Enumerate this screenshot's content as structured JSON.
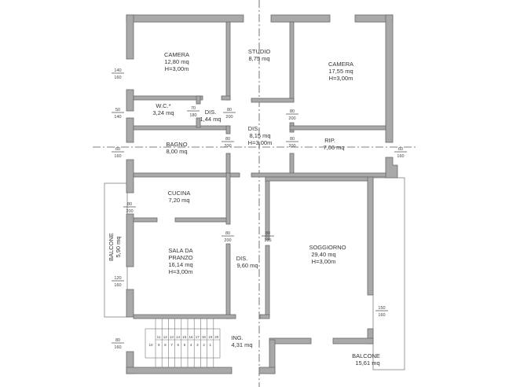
{
  "rooms": {
    "camera1": {
      "name": "CAMERA",
      "area": "12,80 mq",
      "height": "H=3,00m"
    },
    "studio": {
      "name": "STUDIO",
      "area": "8,75 mq"
    },
    "camera2": {
      "name": "CAMERA",
      "area": "17,55 mq",
      "height": "H=3,00m"
    },
    "wc": {
      "name": "W.C.*",
      "area": "3,24 mq"
    },
    "dis1": {
      "name": "DIS.",
      "area": "1,44 mq"
    },
    "dis2": {
      "name": "DIS.",
      "area": "8,15 mq",
      "height": "H=3,00m"
    },
    "bagno": {
      "name": "BAGNO",
      "area": "8,00 mq"
    },
    "rip": {
      "name": "RIP.",
      "area": "7,06 mq"
    },
    "cucina": {
      "name": "CUCINA",
      "area": "7,20 mq"
    },
    "sala": {
      "name": "SALA DA",
      "name2": "PRANZO",
      "area": "16,14 mq",
      "height": "H=3,00m"
    },
    "dis3": {
      "name": "DIS.",
      "area": "9,60 mq"
    },
    "soggiorno": {
      "name": "SOGGIORNO",
      "area": "29,40 mq",
      "height": "H=3,00m"
    },
    "ing": {
      "name": "ING.",
      "area": "4,31 mq"
    },
    "balcone1": {
      "name": "BALCONE",
      "area": "5,90 mq"
    },
    "balcone2": {
      "name": "BALCONE",
      "area": "15,61 mq"
    }
  },
  "openings": {
    "w_camera1": {
      "top": "140",
      "bottom": "160"
    },
    "w_wc": {
      "top": "50",
      "bottom": "140"
    },
    "w_bagno": {
      "top": "60",
      "bottom": "160"
    },
    "w_rip": {
      "top": "60",
      "bottom": "160"
    },
    "w_sala": {
      "top": "120",
      "bottom": "160"
    },
    "w_ing": {
      "top": "80",
      "bottom": "160"
    },
    "w_soggiorno": {
      "top": "150",
      "bottom": "160"
    },
    "d_wc": {
      "top": "70",
      "bottom": "180"
    },
    "d_dis1": {
      "top": "80",
      "bottom": "200"
    },
    "d_camera2": {
      "top": "80",
      "bottom": "200"
    },
    "d_bagno": {
      "top": "80",
      "bottom": "200"
    },
    "d_rip": {
      "top": "80",
      "bottom": "200"
    },
    "d_cucina": {
      "top": "80",
      "bottom": "200"
    },
    "d_soggiorno": {
      "top": "80",
      "bottom": "195"
    },
    "d_balc1": {
      "top": "80",
      "bottom": "200"
    }
  },
  "stairs": {
    "upper": [
      "11",
      "12",
      "13",
      "14",
      "15",
      "16",
      "17",
      "18",
      "19",
      "20"
    ],
    "lower": [
      "10",
      "9",
      "8",
      "7",
      "6",
      "5",
      "4",
      "3",
      "2",
      "1"
    ]
  }
}
